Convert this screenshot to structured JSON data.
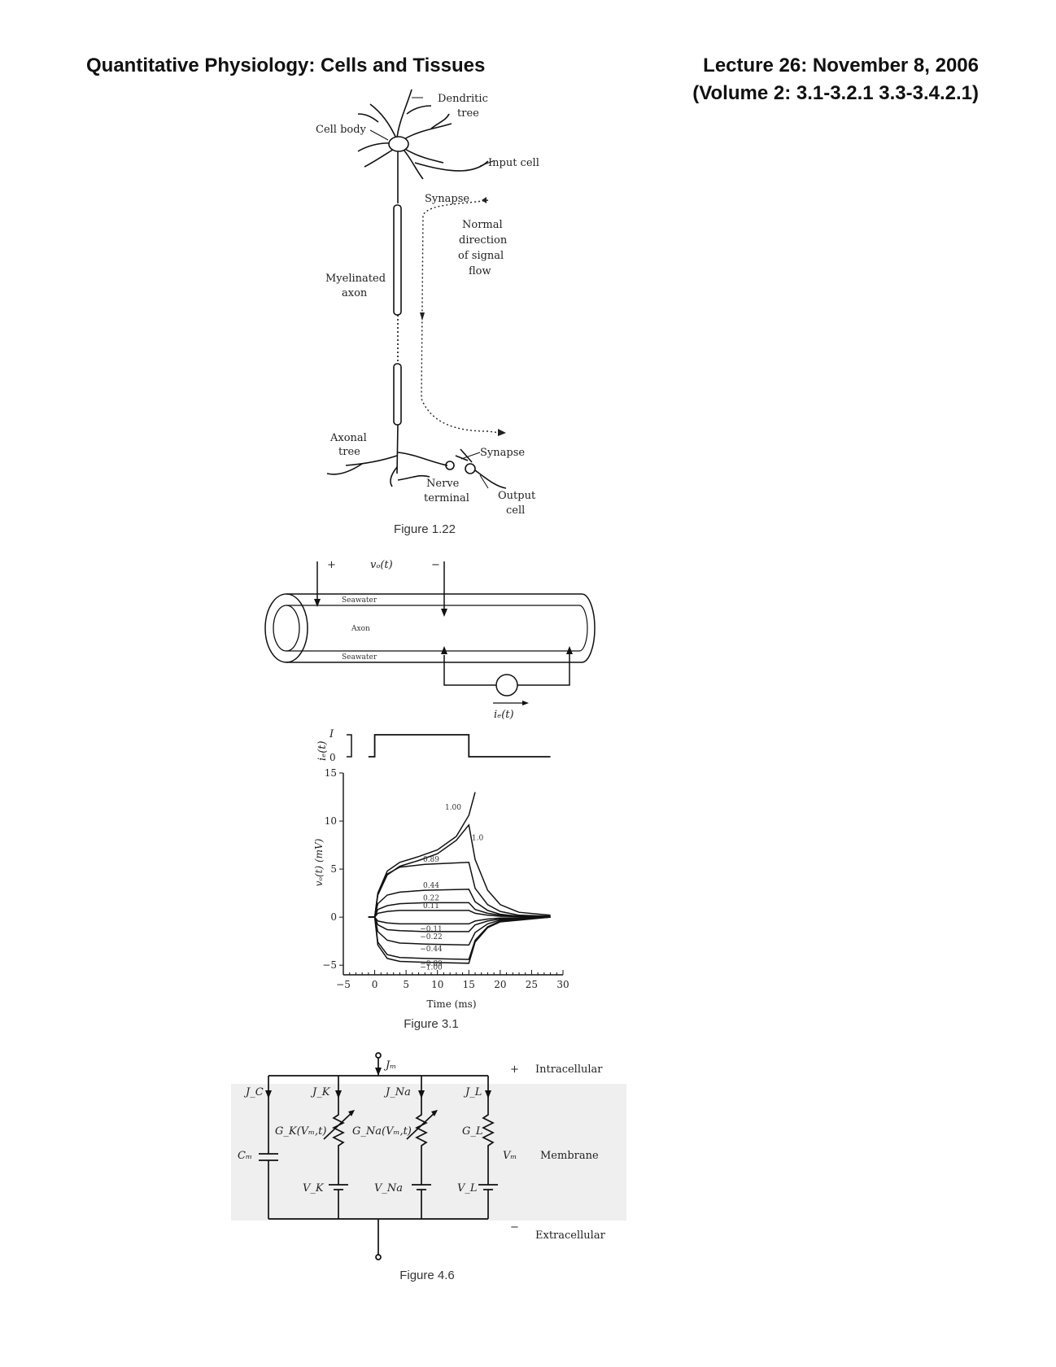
{
  "header": {
    "course_title": "Quantitative Physiology: Cells and Tissues",
    "lecture_line1": "Lecture 26: November 8, 2006",
    "lecture_line2": "(Volume 2: 3.1-3.2.1 3.3-3.4.2.1)"
  },
  "figure_1_22": {
    "caption": "Figure 1.22",
    "labels": {
      "dendritic_1": "Dendritic",
      "dendritic_2": "tree",
      "cell_body": "Cell body",
      "input_cell": "Input cell",
      "synapse_top": "Synapse",
      "normal_1": "Normal",
      "normal_2": "direction",
      "normal_3": "of signal",
      "normal_4": "flow",
      "myelin_1": "Myelinated",
      "myelin_2": "axon",
      "axonal_1": "Axonal",
      "axonal_2": "tree",
      "synapse_bottom": "Synapse",
      "nerve_1": "Nerve",
      "nerve_2": "terminal",
      "output_1": "Output",
      "output_2": "cell"
    }
  },
  "figure_3_1": {
    "caption": "Figure 3.1",
    "apparatus": {
      "vo_label": "vₒ(t)",
      "plus": "+",
      "minus": "−",
      "seawater_top": "Seawater",
      "axon": "Axon",
      "seawater_bottom": "Seawater",
      "ie_label": "iₑ(t)"
    },
    "stimulus": {
      "ylabel": "iₑ(t)",
      "high_tick": "I",
      "low_tick": "0"
    },
    "chart_data": {
      "type": "line",
      "xlabel": "Time (ms)",
      "ylabel": "vₒ(t) (mV)",
      "xlim": [
        -5,
        30
      ],
      "ylim": [
        -6,
        15
      ],
      "xticks": [
        -5,
        0,
        5,
        10,
        15,
        20,
        25,
        30
      ],
      "yticks": [
        -5,
        0,
        5,
        10,
        15
      ],
      "series": [
        {
          "name": "1.00",
          "values": [
            [
              -1,
              0
            ],
            [
              0,
              0
            ],
            [
              0.5,
              2.5
            ],
            [
              2,
              4.8
            ],
            [
              4,
              5.7
            ],
            [
              7,
              6.3
            ],
            [
              10,
              7.0
            ],
            [
              13,
              8.4
            ],
            [
              15,
              10.6
            ],
            [
              16,
              13.0
            ]
          ]
        },
        {
          "name": "1.0",
          "values": [
            [
              -1,
              0
            ],
            [
              0,
              0
            ],
            [
              0.5,
              2.3
            ],
            [
              2,
              4.4
            ],
            [
              4,
              5.3
            ],
            [
              7,
              5.9
            ],
            [
              10,
              6.6
            ],
            [
              13,
              8.0
            ],
            [
              15,
              9.6
            ],
            [
              16,
              6.0
            ],
            [
              18,
              2.8
            ],
            [
              20,
              1.3
            ],
            [
              23,
              0.5
            ],
            [
              28,
              0.2
            ]
          ]
        },
        {
          "name": "0.89",
          "values": [
            [
              -1,
              0
            ],
            [
              0,
              0
            ],
            [
              0.5,
              2.4
            ],
            [
              2,
              4.5
            ],
            [
              4,
              5.2
            ],
            [
              8,
              5.5
            ],
            [
              15,
              5.7
            ],
            [
              16,
              3.0
            ],
            [
              18,
              1.3
            ],
            [
              20,
              0.6
            ],
            [
              23,
              0.2
            ],
            [
              28,
              0.1
            ]
          ]
        },
        {
          "name": "0.44",
          "values": [
            [
              -1,
              0
            ],
            [
              0,
              0
            ],
            [
              0.5,
              1.4
            ],
            [
              2,
              2.3
            ],
            [
              4,
              2.6
            ],
            [
              8,
              2.8
            ],
            [
              15,
              2.9
            ],
            [
              16,
              1.6
            ],
            [
              18,
              0.7
            ],
            [
              20,
              0.3
            ],
            [
              23,
              0.1
            ],
            [
              28,
              0
            ]
          ]
        },
        {
          "name": "0.22",
          "values": [
            [
              -1,
              0
            ],
            [
              0,
              0
            ],
            [
              0.5,
              0.8
            ],
            [
              2,
              1.2
            ],
            [
              4,
              1.4
            ],
            [
              8,
              1.5
            ],
            [
              15,
              1.5
            ],
            [
              16,
              0.8
            ],
            [
              18,
              0.4
            ],
            [
              20,
              0.2
            ],
            [
              23,
              0.1
            ],
            [
              28,
              0
            ]
          ]
        },
        {
          "name": "0.11",
          "values": [
            [
              -1,
              0
            ],
            [
              0,
              0
            ],
            [
              0.5,
              0.4
            ],
            [
              2,
              0.6
            ],
            [
              4,
              0.7
            ],
            [
              8,
              0.7
            ],
            [
              15,
              0.7
            ],
            [
              16,
              0.4
            ],
            [
              18,
              0.2
            ],
            [
              20,
              0.1
            ],
            [
              28,
              0
            ]
          ]
        },
        {
          "name": "−0.11",
          "values": [
            [
              -1,
              0
            ],
            [
              0,
              0
            ],
            [
              0.5,
              -0.4
            ],
            [
              2,
              -0.6
            ],
            [
              4,
              -0.7
            ],
            [
              8,
              -0.7
            ],
            [
              15,
              -0.7
            ],
            [
              16,
              -0.4
            ],
            [
              18,
              -0.2
            ],
            [
              20,
              -0.1
            ],
            [
              28,
              0
            ]
          ]
        },
        {
          "name": "−0.22",
          "values": [
            [
              -1,
              0
            ],
            [
              0,
              0
            ],
            [
              0.5,
              -0.8
            ],
            [
              2,
              -1.3
            ],
            [
              4,
              -1.4
            ],
            [
              8,
              -1.5
            ],
            [
              15,
              -1.5
            ],
            [
              16,
              -0.8
            ],
            [
              18,
              -0.4
            ],
            [
              20,
              -0.2
            ],
            [
              28,
              0
            ]
          ]
        },
        {
          "name": "−0.44",
          "values": [
            [
              -1,
              0
            ],
            [
              0,
              0
            ],
            [
              0.5,
              -1.5
            ],
            [
              2,
              -2.4
            ],
            [
              4,
              -2.7
            ],
            [
              8,
              -2.8
            ],
            [
              15,
              -2.9
            ],
            [
              16,
              -1.6
            ],
            [
              18,
              -0.7
            ],
            [
              20,
              -0.3
            ],
            [
              28,
              0
            ]
          ]
        },
        {
          "name": "−0.89",
          "values": [
            [
              -1,
              0
            ],
            [
              0,
              0
            ],
            [
              0.5,
              -2.6
            ],
            [
              2,
              -3.9
            ],
            [
              4,
              -4.2
            ],
            [
              8,
              -4.3
            ],
            [
              15,
              -4.4
            ],
            [
              16,
              -2.4
            ],
            [
              18,
              -1.0
            ],
            [
              20,
              -0.4
            ],
            [
              28,
              0
            ]
          ]
        },
        {
          "name": "−1.00",
          "values": [
            [
              -1,
              0
            ],
            [
              0,
              0
            ],
            [
              0.5,
              -2.9
            ],
            [
              2,
              -4.3
            ],
            [
              4,
              -4.6
            ],
            [
              8,
              -4.7
            ],
            [
              15,
              -4.8
            ],
            [
              16,
              -2.6
            ],
            [
              18,
              -1.1
            ],
            [
              20,
              -0.5
            ],
            [
              28,
              0
            ]
          ]
        }
      ]
    }
  },
  "figure_4_6": {
    "caption": "Figure 4.6",
    "labels": {
      "jm": "Jₘ",
      "intracellular": "Intracellular",
      "plus": "+",
      "jc": "J_C",
      "jk": "J_K",
      "jna": "J_Na",
      "jl": "J_L",
      "cm": "Cₘ",
      "gk": "G_K(Vₘ,t)",
      "gna": "G_Na(Vₘ,t)",
      "gl": "G_L",
      "vm": "Vₘ",
      "membrane": "Membrane",
      "vk": "V_K",
      "vna": "V_Na",
      "vl": "V_L",
      "minus": "−",
      "extracellular": "Extracellular"
    }
  }
}
